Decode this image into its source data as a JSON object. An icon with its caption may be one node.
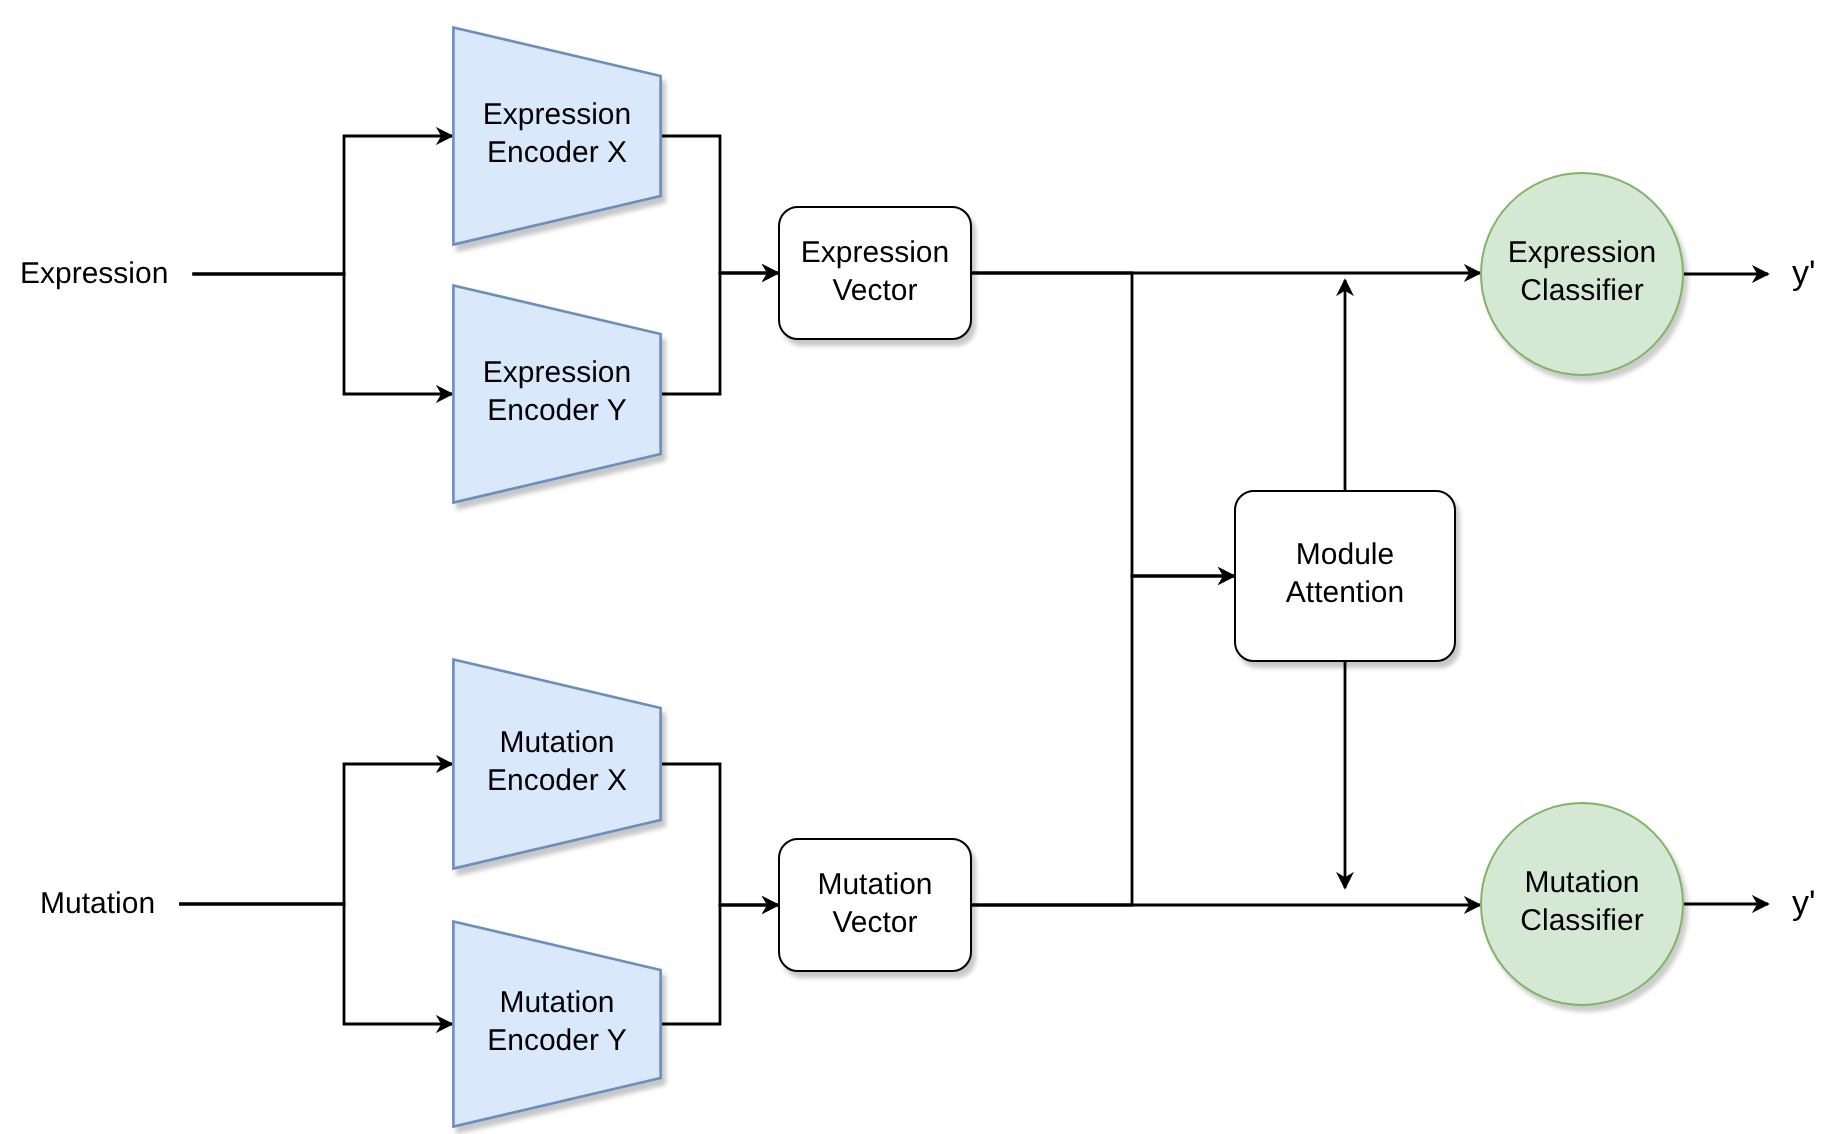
{
  "diagram": {
    "nodes": [
      {
        "text": [
          "Expression"
        ]
      },
      {
        "text": [
          "Expression Encoder X"
        ]
      },
      {
        "text": [
          "Expression Encoder Y"
        ]
      },
      {
        "text": [
          "Expression Vector"
        ]
      },
      {
        "text": [
          "Module Attention"
        ]
      },
      {
        "text": [
          "Expression Classifier"
        ]
      },
      {
        "text": [
          "y'"
        ]
      },
      {
        "text": [
          "Mutation"
        ]
      },
      {
        "text": [
          "Mutation Encoder X"
        ]
      },
      {
        "text": [
          "Mutation Encoder Y"
        ]
      },
      {
        "text": [
          "Mutation Vector"
        ]
      },
      {
        "text": [
          "Mutation Classifier"
        ]
      },
      {
        "text": [
          "y'"
        ]
      }
    ],
    "edges": [
      {
        "from": 0,
        "to": 1,
        "arrow": "to"
      },
      {
        "from": 0,
        "to": 2,
        "arrow": "to"
      },
      {
        "from": 1,
        "to": 3,
        "arrow": "to"
      },
      {
        "from": 2,
        "to": 3,
        "arrow": "to"
      },
      {
        "from": 3,
        "to": 5,
        "arrow": "to"
      },
      {
        "from": 3,
        "to": 4,
        "arrow": "to"
      },
      {
        "from": 10,
        "to": 4,
        "arrow": "to"
      },
      {
        "from": 10,
        "to": 11,
        "arrow": "to"
      },
      {
        "from": 4,
        "to": null,
        "arrow": "to"
      },
      {
        "from": 4,
        "to": null,
        "arrow": "to"
      },
      {
        "from": 5,
        "to": 6,
        "arrow": "to"
      },
      {
        "from": 11,
        "to": 12,
        "arrow": "to"
      },
      {
        "from": 7,
        "to": 8,
        "arrow": "to"
      },
      {
        "from": 7,
        "to": 9,
        "arrow": "to"
      },
      {
        "from": 8,
        "to": 10,
        "arrow": "to"
      },
      {
        "from": 9,
        "to": 10,
        "arrow": "to"
      }
    ]
  }
}
